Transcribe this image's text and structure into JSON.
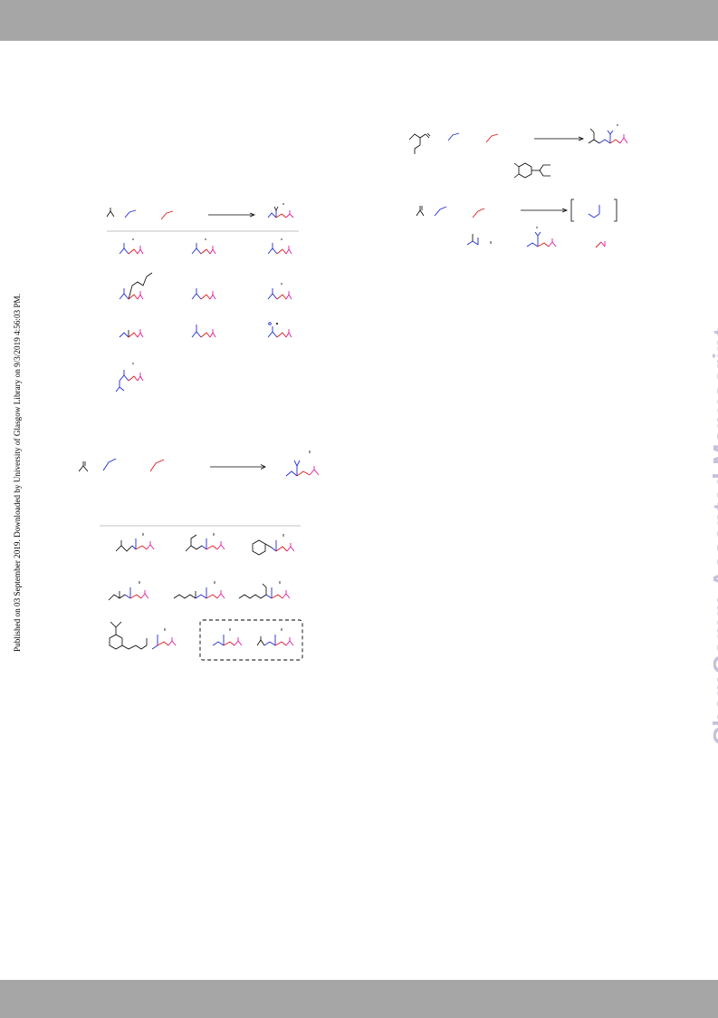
{
  "header": {},
  "side_note": "Published on 03 September 2019. Downloaded by University of Glasgow Library on 9/3/2019 4:56:03 PM.",
  "watermark": "ChemComm Accepted Manuscript",
  "colors": {
    "bar": "#a6a6a6",
    "watermark": "#c4c1dc",
    "blue_fragment": "#1f2bd0",
    "red_fragment": "#e01818",
    "magenta_fragment": "#e01b9e"
  },
  "schemes": [
    {
      "id": "scheme-1",
      "description_visible": false
    },
    {
      "id": "scheme-2",
      "description_visible": false
    },
    {
      "id": "scheme-3",
      "description_visible": false
    }
  ]
}
